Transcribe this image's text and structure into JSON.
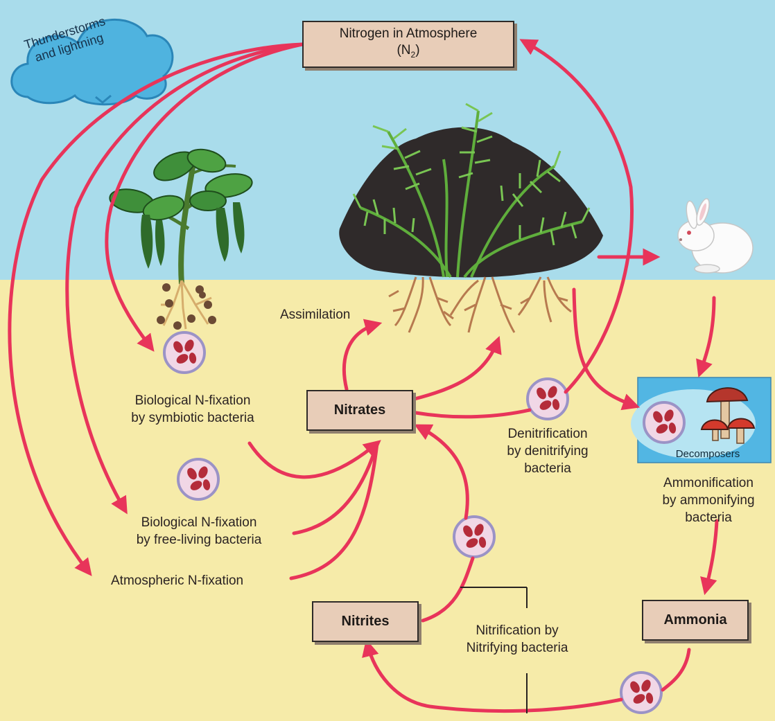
{
  "colors": {
    "sky": "#a9dceb",
    "soil": "#f6eba9",
    "arrow": "#e8345a",
    "box_fill": "#e8cdb8",
    "cloud": "#4fb3df"
  },
  "icons": [
    "cloud-icon",
    "legume-plant-icon",
    "fern-plant-icon",
    "rabbit-icon",
    "mushroom-icon",
    "bacteria-icon"
  ],
  "cloud": {
    "line1": "Thunderstorms",
    "line2": "and lightning"
  },
  "atmosphere": {
    "line1": "Nitrogen in Atmosphere",
    "line2_main": "(N",
    "line2_sub": "2",
    "line2_end": ")"
  },
  "labels": {
    "assimilation": "Assimilation",
    "symbiotic_1": "Biological N-fixation",
    "symbiotic_2": "by symbiotic bacteria",
    "freeliving_1": "Biological N-fixation",
    "freeliving_2": "by free-living bacteria",
    "atmospheric": "Atmospheric N-fixation",
    "denitrification_1": "Denitrification",
    "denitrification_2": "by denitrifying",
    "denitrification_3": "bacteria",
    "ammonification_1": "Ammonification",
    "ammonification_2": "by ammonifying",
    "ammonification_3": "bacteria",
    "nitrification_1": "Nitrification by",
    "nitrification_2": "Nitrifying bacteria",
    "decomposers": "Decomposers"
  },
  "boxes": {
    "nitrates": "Nitrates",
    "nitrites": "Nitrites",
    "ammonia": "Ammonia"
  }
}
